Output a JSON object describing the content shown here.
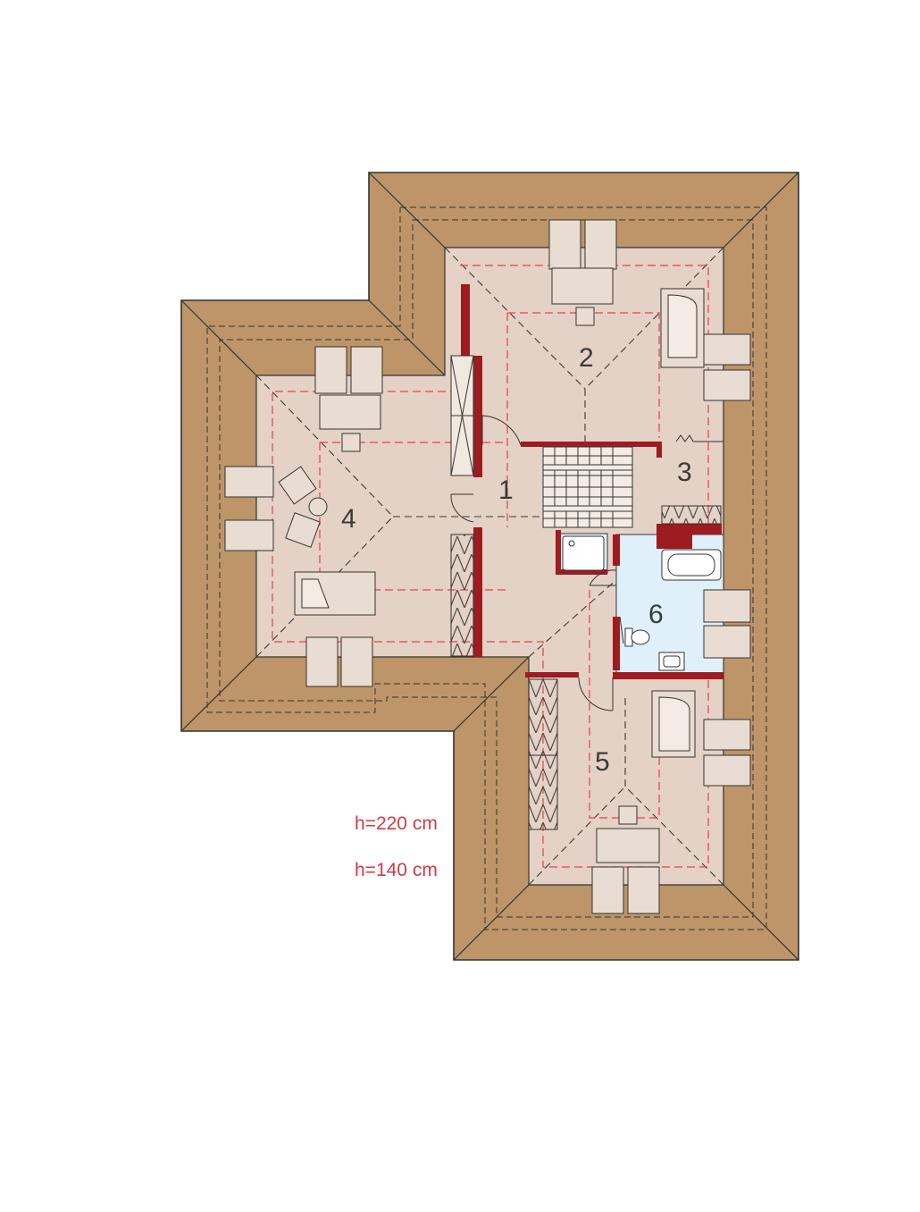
{
  "plan": {
    "rooms": [
      {
        "id": "1",
        "label": "1"
      },
      {
        "id": "2",
        "label": "2"
      },
      {
        "id": "3",
        "label": "3"
      },
      {
        "id": "4",
        "label": "4"
      },
      {
        "id": "5",
        "label": "5"
      },
      {
        "id": "6",
        "label": "6"
      }
    ],
    "heights": [
      {
        "label": "h=220 cm"
      },
      {
        "label": "h=140 cm"
      }
    ],
    "colors": {
      "roof": "#bd9569",
      "floor": "#e4d2c6",
      "bathroom": "#dff0fa",
      "wall": "#9e1b20",
      "height_220": "#e8414a",
      "height_140": "#3a3a3a",
      "furniture": "#e9dcd2"
    }
  }
}
